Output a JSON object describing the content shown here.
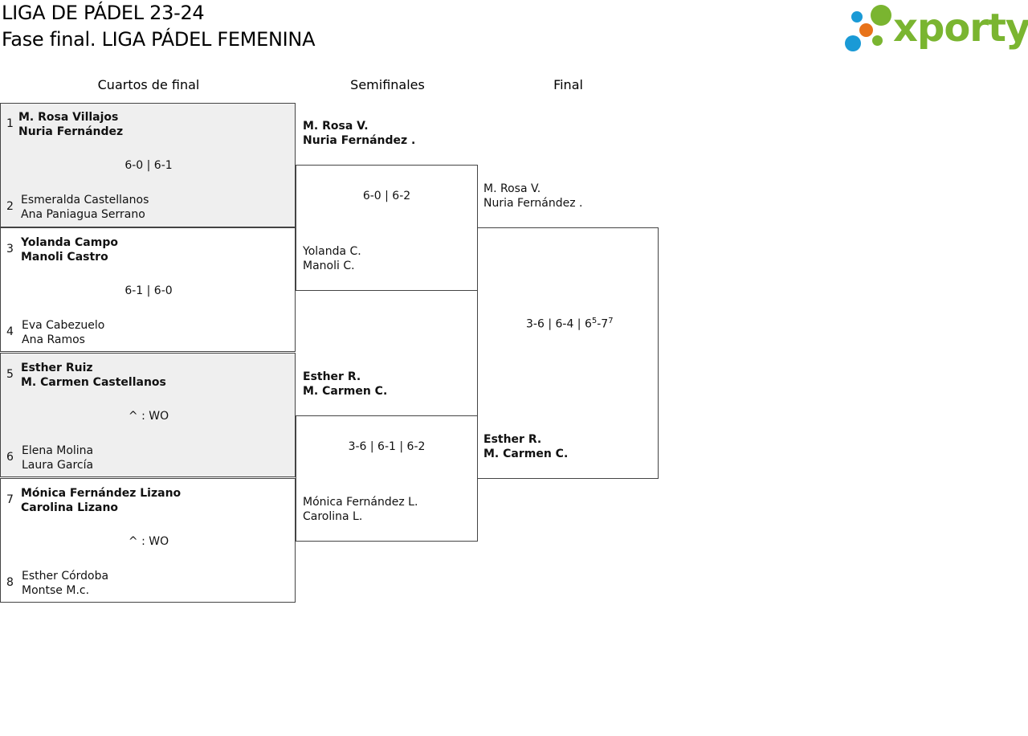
{
  "header": {
    "title": "LIGA DE PÁDEL 23-24",
    "subtitle": "Fase final. LIGA PÁDEL FEMENINA",
    "logo_text": "xporty"
  },
  "rounds": {
    "quarterfinals": "Cuartos de final",
    "semifinals": "Semifinales",
    "final": "Final"
  },
  "quarterfinals": [
    {
      "score": "6-0 | 6-1",
      "top": {
        "seed": "1",
        "p1": "M. Rosa Villajos",
        "p2": "Nuria Fernández"
      },
      "bottom": {
        "seed": "2",
        "p1": "Esmeralda Castellanos",
        "p2": "Ana Paniagua Serrano"
      }
    },
    {
      "score": "6-1 | 6-0",
      "top": {
        "seed": "3",
        "p1": "Yolanda Campo",
        "p2": "Manoli Castro"
      },
      "bottom": {
        "seed": "4",
        "p1": "Eva Cabezuelo",
        "p2": "Ana Ramos"
      }
    },
    {
      "score": "^ : WO",
      "top": {
        "seed": "5",
        "p1": "Esther Ruiz",
        "p2": "M. Carmen Castellanos"
      },
      "bottom": {
        "seed": "6",
        "p1": "Elena Molina",
        "p2": "Laura García"
      }
    },
    {
      "score": "^ : WO",
      "top": {
        "seed": "7",
        "p1": "Mónica Fernández Lizano",
        "p2": "Carolina Lizano"
      },
      "bottom": {
        "seed": "8",
        "p1": "Esther Córdoba",
        "p2": "Montse M.c."
      }
    }
  ],
  "semifinals": [
    {
      "score": "6-0 | 6-2",
      "top": {
        "p1": "M. Rosa V.",
        "p2": "Nuria Fernández ."
      },
      "bottom": {
        "p1": "Yolanda C.",
        "p2": "Manoli C."
      }
    },
    {
      "score": "3-6 | 6-1 | 6-2",
      "top": {
        "p1": "Esther R.",
        "p2": "M. Carmen C."
      },
      "bottom": {
        "p1": "Mónica Fernández L.",
        "p2": "Carolina L."
      }
    }
  ],
  "final": {
    "score_main": "3-6 | 6-4 | 6",
    "tb1": "5",
    "dash": "-7",
    "tb2": "7",
    "top": {
      "p1": "M. Rosa V.",
      "p2": "Nuria Fernández ."
    },
    "bottom": {
      "p1": "Esther R.",
      "p2": "M. Carmen C."
    }
  },
  "colors": {
    "shaded_bg": "#efefef",
    "border": "#444444",
    "logo_green": "#7ab530",
    "logo_blue": "#1a9ad6",
    "logo_orange": "#e8731a"
  }
}
